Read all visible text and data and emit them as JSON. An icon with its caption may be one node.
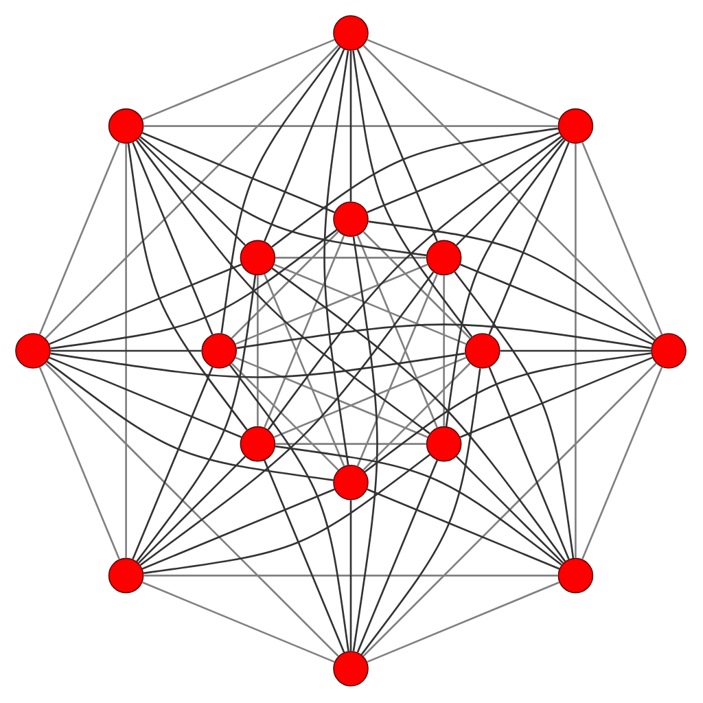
{
  "diagram": {
    "nodes": [
      {
        "text": [],
        "shape": "circle"
      },
      {
        "text": [],
        "shape": "circle"
      },
      {
        "text": [],
        "shape": "circle"
      },
      {
        "text": [],
        "shape": "circle"
      },
      {
        "text": [],
        "shape": "circle"
      },
      {
        "text": [],
        "shape": "circle"
      },
      {
        "text": [],
        "shape": "circle"
      },
      {
        "text": [],
        "shape": "circle"
      },
      {
        "text": [],
        "shape": "circle"
      },
      {
        "text": [],
        "shape": "circle"
      },
      {
        "text": [],
        "shape": "circle"
      },
      {
        "text": [],
        "shape": "circle"
      },
      {
        "text": [],
        "shape": "circle"
      },
      {
        "text": [],
        "shape": "circle"
      },
      {
        "text": [],
        "shape": "circle"
      },
      {
        "text": [],
        "shape": "circle"
      }
    ],
    "edges": [
      {
        "from": 0,
        "to": 2,
        "arrow": "none",
        "color": "#808080"
      },
      {
        "from": 2,
        "to": 9,
        "arrow": "none",
        "color": "#808080"
      },
      {
        "from": 9,
        "to": 14,
        "arrow": "none",
        "color": "#808080"
      },
      {
        "from": 14,
        "to": 15,
        "arrow": "none",
        "color": "#808080"
      },
      {
        "from": 15,
        "to": 13,
        "arrow": "none",
        "color": "#808080"
      },
      {
        "from": 13,
        "to": 6,
        "arrow": "none",
        "color": "#808080"
      },
      {
        "from": 6,
        "to": 1,
        "arrow": "none",
        "color": "#808080"
      },
      {
        "from": 1,
        "to": 0,
        "arrow": "none",
        "color": "#808080"
      },
      {
        "from": 0,
        "to": 9,
        "arrow": "none",
        "color": "#808080"
      },
      {
        "from": 2,
        "to": 14,
        "arrow": "none",
        "color": "#808080"
      },
      {
        "from": 9,
        "to": 15,
        "arrow": "none",
        "color": "#808080"
      },
      {
        "from": 14,
        "to": 13,
        "arrow": "none",
        "color": "#808080"
      },
      {
        "from": 15,
        "to": 6,
        "arrow": "none",
        "color": "#808080"
      },
      {
        "from": 13,
        "to": 1,
        "arrow": "none",
        "color": "#808080"
      },
      {
        "from": 6,
        "to": 0,
        "arrow": "none",
        "color": "#808080"
      },
      {
        "from": 1,
        "to": 2,
        "arrow": "none",
        "color": "#808080"
      },
      {
        "from": 3,
        "to": 8,
        "arrow": "none",
        "color": "#808080"
      },
      {
        "from": 5,
        "to": 11,
        "arrow": "none",
        "color": "#808080"
      },
      {
        "from": 8,
        "to": 12,
        "arrow": "none",
        "color": "#808080"
      },
      {
        "from": 11,
        "to": 10,
        "arrow": "none",
        "color": "#808080"
      },
      {
        "from": 12,
        "to": 7,
        "arrow": "none",
        "color": "#808080"
      },
      {
        "from": 10,
        "to": 4,
        "arrow": "none",
        "color": "#808080"
      },
      {
        "from": 7,
        "to": 3,
        "arrow": "none",
        "color": "#808080"
      },
      {
        "from": 4,
        "to": 5,
        "arrow": "none",
        "color": "#808080"
      },
      {
        "from": 3,
        "to": 11,
        "arrow": "none",
        "color": "#808080"
      },
      {
        "from": 5,
        "to": 12,
        "arrow": "none",
        "color": "#808080"
      },
      {
        "from": 8,
        "to": 10,
        "arrow": "none",
        "color": "#808080"
      },
      {
        "from": 11,
        "to": 7,
        "arrow": "none",
        "color": "#808080"
      },
      {
        "from": 12,
        "to": 4,
        "arrow": "none",
        "color": "#808080"
      },
      {
        "from": 10,
        "to": 3,
        "arrow": "none",
        "color": "#808080"
      },
      {
        "from": 7,
        "to": 5,
        "arrow": "none",
        "color": "#808080"
      },
      {
        "from": 4,
        "to": 8,
        "arrow": "none",
        "color": "#808080"
      },
      {
        "from": 0,
        "to": 3,
        "arrow": "none"
      },
      {
        "from": 2,
        "to": 5,
        "arrow": "none"
      },
      {
        "from": 9,
        "to": 8,
        "arrow": "none"
      },
      {
        "from": 14,
        "to": 11,
        "arrow": "none"
      },
      {
        "from": 15,
        "to": 12,
        "arrow": "none"
      },
      {
        "from": 13,
        "to": 10,
        "arrow": "none"
      },
      {
        "from": 6,
        "to": 7,
        "arrow": "none"
      },
      {
        "from": 1,
        "to": 4,
        "arrow": "none"
      },
      {
        "from": 0,
        "to": 5,
        "arrow": "none"
      },
      {
        "from": 2,
        "to": 8,
        "arrow": "none"
      },
      {
        "from": 9,
        "to": 11,
        "arrow": "none"
      },
      {
        "from": 14,
        "to": 12,
        "arrow": "none"
      },
      {
        "from": 15,
        "to": 10,
        "arrow": "none"
      },
      {
        "from": 13,
        "to": 7,
        "arrow": "none"
      },
      {
        "from": 6,
        "to": 4,
        "arrow": "none"
      },
      {
        "from": 1,
        "to": 3,
        "arrow": "none"
      },
      {
        "from": 0,
        "to": 4,
        "arrow": "none"
      },
      {
        "from": 2,
        "to": 3,
        "arrow": "none"
      },
      {
        "from": 9,
        "to": 5,
        "arrow": "none"
      },
      {
        "from": 14,
        "to": 8,
        "arrow": "none"
      },
      {
        "from": 15,
        "to": 11,
        "arrow": "none"
      },
      {
        "from": 13,
        "to": 12,
        "arrow": "none"
      },
      {
        "from": 6,
        "to": 10,
        "arrow": "none"
      },
      {
        "from": 1,
        "to": 7,
        "arrow": "none"
      },
      {
        "from": 0,
        "to": 8,
        "arrow": "none"
      },
      {
        "from": 2,
        "to": 11,
        "arrow": "none"
      },
      {
        "from": 9,
        "to": 12,
        "arrow": "none"
      },
      {
        "from": 14,
        "to": 10,
        "arrow": "none"
      },
      {
        "from": 15,
        "to": 7,
        "arrow": "none"
      },
      {
        "from": 13,
        "to": 4,
        "arrow": "none"
      },
      {
        "from": 6,
        "to": 3,
        "arrow": "none"
      },
      {
        "from": 1,
        "to": 5,
        "arrow": "none"
      },
      {
        "from": 0,
        "to": 7,
        "arrow": "none"
      },
      {
        "from": 2,
        "to": 4,
        "arrow": "none"
      },
      {
        "from": 9,
        "to": 3,
        "arrow": "none"
      },
      {
        "from": 14,
        "to": 5,
        "arrow": "none"
      },
      {
        "from": 15,
        "to": 8,
        "arrow": "none"
      },
      {
        "from": 13,
        "to": 11,
        "arrow": "none"
      },
      {
        "from": 6,
        "to": 12,
        "arrow": "none"
      },
      {
        "from": 1,
        "to": 10,
        "arrow": "none"
      },
      {
        "from": 0,
        "to": 12,
        "arrow": "none"
      },
      {
        "from": 2,
        "to": 10,
        "arrow": "none"
      },
      {
        "from": 9,
        "to": 7,
        "arrow": "none"
      },
      {
        "from": 14,
        "to": 4,
        "arrow": "none"
      },
      {
        "from": 15,
        "to": 3,
        "arrow": "none"
      },
      {
        "from": 13,
        "to": 5,
        "arrow": "none"
      },
      {
        "from": 6,
        "to": 8,
        "arrow": "none"
      },
      {
        "from": 1,
        "to": 11,
        "arrow": "none"
      }
    ]
  }
}
